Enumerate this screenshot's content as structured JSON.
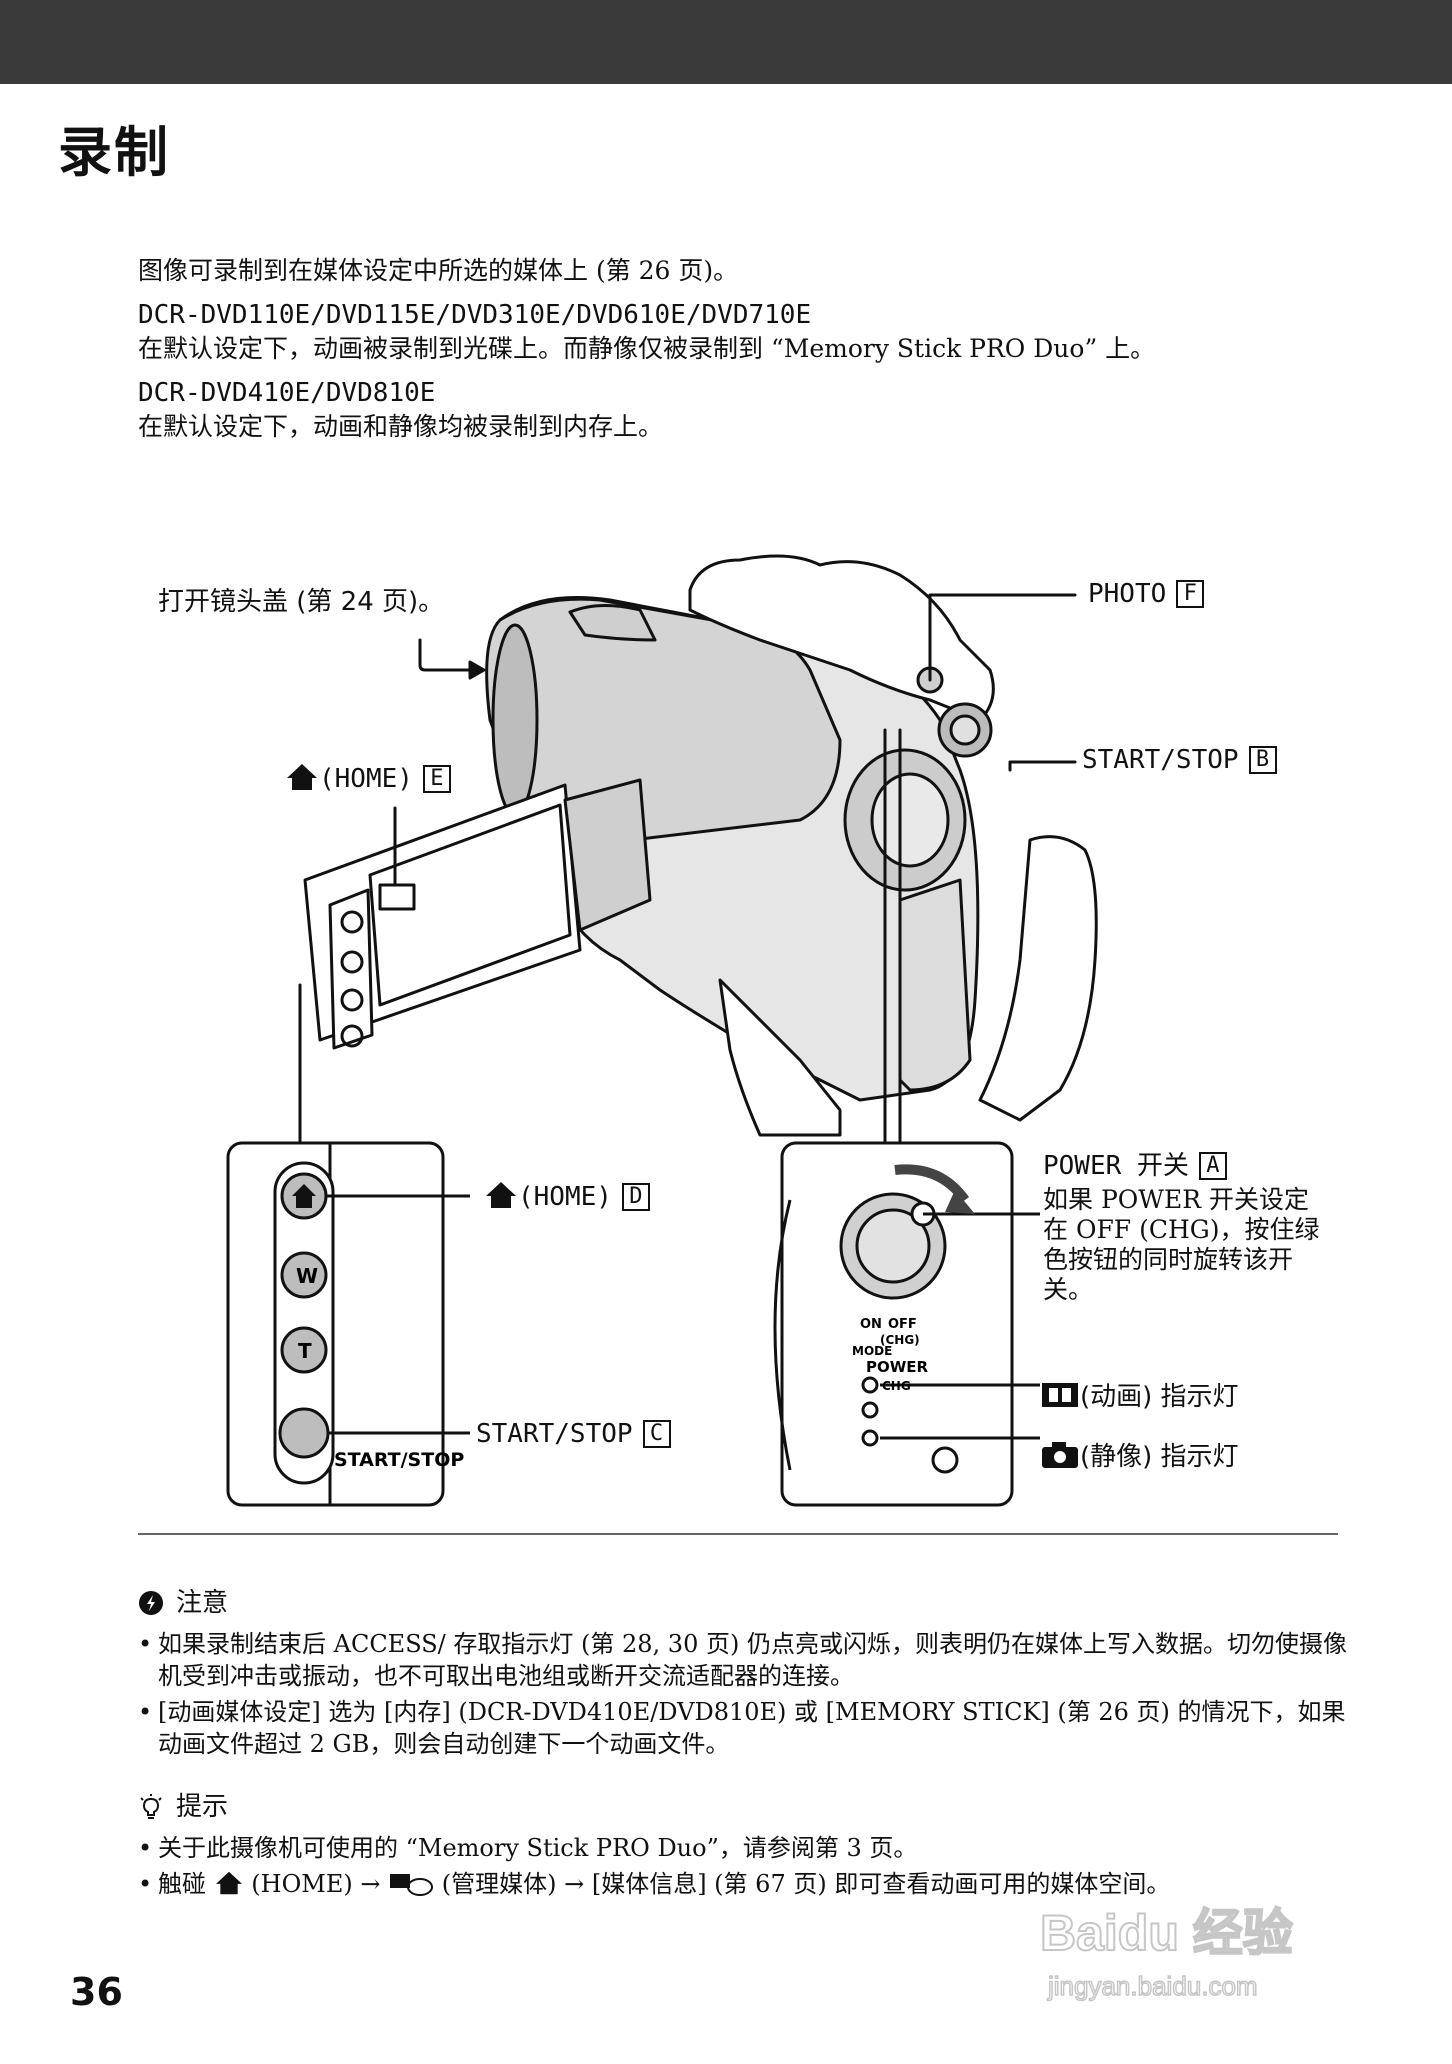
{
  "title": "录制",
  "intro": {
    "line": "图像可录制到在媒体设定中所选的媒体上 (第 26 页)。",
    "group1_models": "DCR-DVD110E/DVD115E/DVD310E/DVD610E/DVD710E",
    "group1_text": "在默认设定下，动画被录制到光碟上。而静像仅被录制到 “Memory Stick PRO Duo” 上。",
    "group2_models": "DCR-DVD410E/DVD810E",
    "group2_text": "在默认设定下，动画和静像均被录制到内存上。"
  },
  "diagram": {
    "lens_cover": "打开镜头盖 (第 24 页)。",
    "photo": "PHOTO",
    "photo_key": "F",
    "start_stop_b": "START/STOP",
    "start_stop_b_key": "B",
    "home_e": "(HOME)",
    "home_e_key": "E",
    "home_d": "(HOME)",
    "home_d_key": "D",
    "start_stop_c": "START/STOP",
    "start_stop_c_key": "C",
    "power_switch": "POWER 开关",
    "power_key": "A",
    "power_desc": "如果 POWER 开关设定在 OFF (CHG)，按住绿色按钮的同时旋转该开关。",
    "movie_lamp": "(动画) 指示灯",
    "still_lamp": "(静像) 指示灯",
    "btn_w": "W",
    "btn_t": "T",
    "btn_start_stop": "START/STOP",
    "dial_off": "OFF",
    "dial_chg": "(CHG)",
    "dial_on": "ON",
    "dial_mode": "MODE",
    "dial_power": "POWER",
    "chg": "CHG"
  },
  "notes": {
    "heading": "注意",
    "items": [
      "如果录制结束后 ACCESS/ 存取指示灯 (第 28, 30 页) 仍点亮或闪烁，则表明仍在媒体上写入数据。切勿使摄像机受到冲击或振动，也不可取出电池组或断开交流适配器的连接。",
      "[动画媒体设定] 选为 [内存] (DCR-DVD410E/DVD810E) 或 [MEMORY STICK] (第 26 页) 的情况下，如果动画文件超过 2 GB，则会自动创建下一个动画文件。"
    ]
  },
  "tips": {
    "heading": "提示",
    "item1": "关于此摄像机可使用的 “Memory Stick PRO Duo”，请参阅第 3 页。",
    "item2_a": "触碰",
    "item2_b": "(HOME) →",
    "item2_c": "(管理媒体) → [媒体信息] (第 67 页) 即可查看动画可用的媒体空间。"
  },
  "page_number": "36",
  "watermark": {
    "brand": "Baidu 经验",
    "url": "jingyan.baidu.com"
  }
}
